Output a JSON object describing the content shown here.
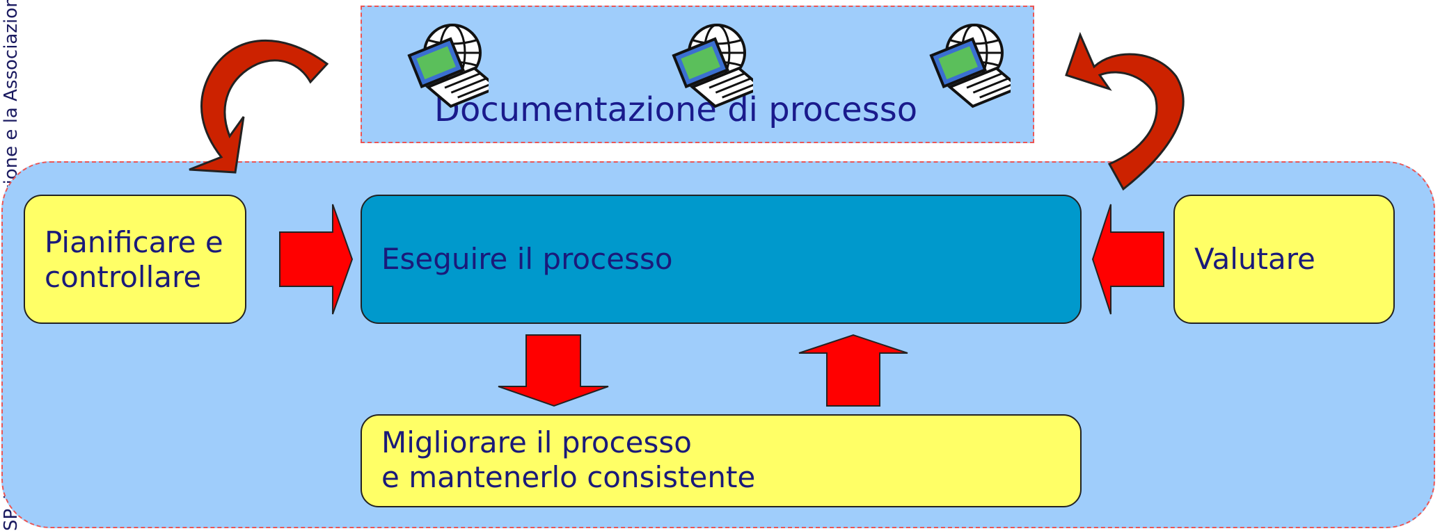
{
  "side_label": "SP_Introduzione ai metodi di migliorazione e la Associazione C",
  "doc_box": {
    "title": "Documentazione di processo"
  },
  "boxes": {
    "plan": [
      "Pianificare e",
      "controllare"
    ],
    "execute": "Eseguire il processo",
    "evaluate": "Valutare",
    "improve": [
      "Migliorare il processo",
      "e mantenerlo consistente"
    ]
  },
  "icons": [
    "globe-computer-icon",
    "globe-computer-icon",
    "globe-computer-icon"
  ],
  "colors": {
    "panel": "#9fcdfb",
    "dash": "#ea5555",
    "yellow_box": "#ffff66",
    "teal_box": "#0099cc",
    "arrow": "#ff0000",
    "curved_arrow": "#cc2200"
  }
}
